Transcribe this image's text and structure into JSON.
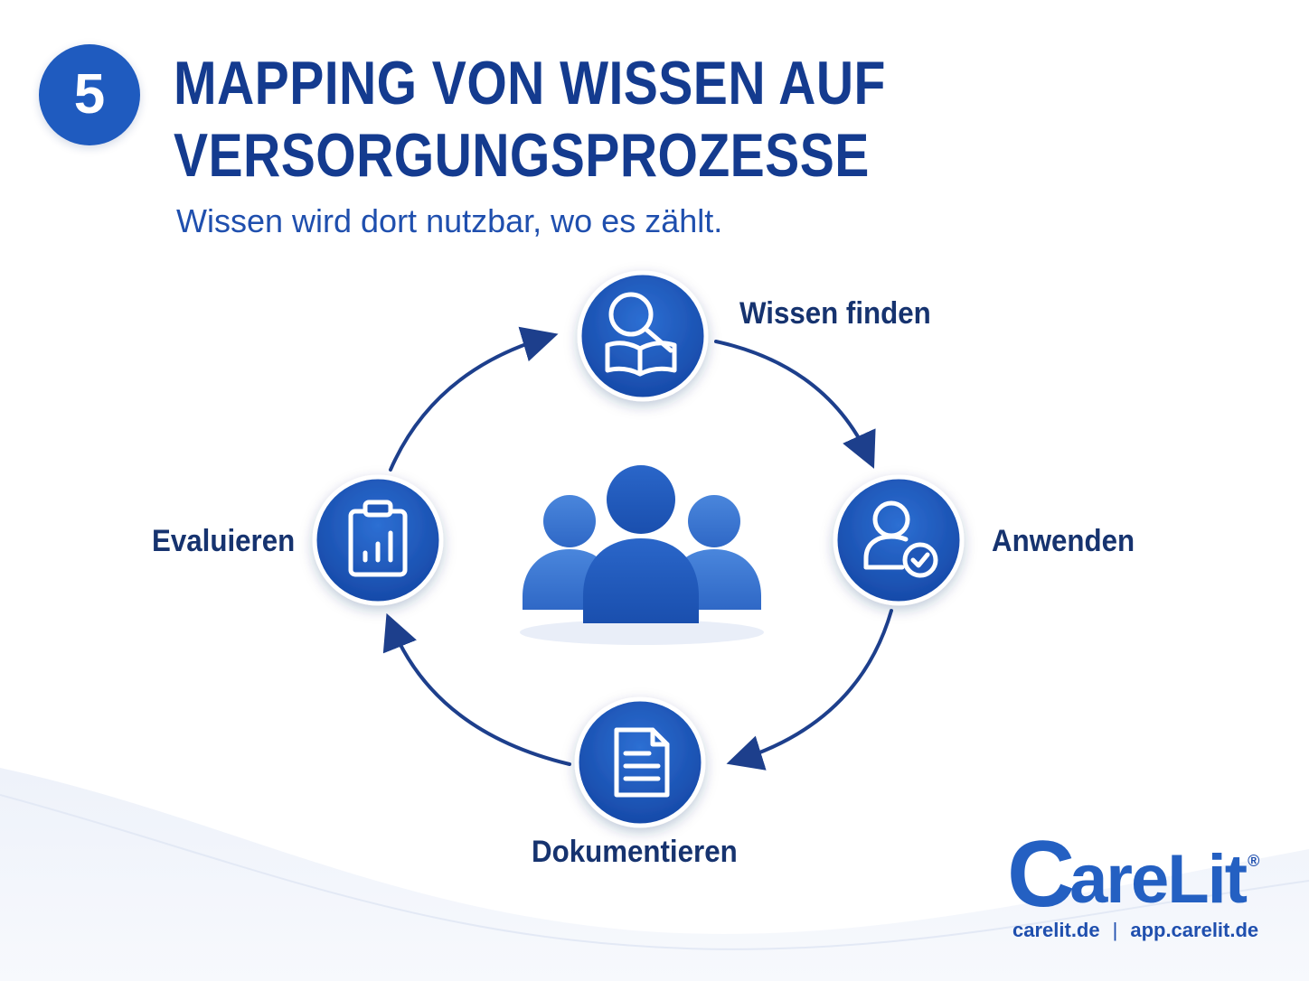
{
  "header": {
    "step_number": "5",
    "title_line1": "MAPPING VON WISSEN AUF",
    "title_line2": "VERSORGUNGSPROZESSE",
    "subtitle": "Wissen wird dort nutzbar, wo es zählt."
  },
  "cycle": {
    "center_icon": "group-people-icon",
    "nodes": [
      {
        "label": "Wissen finden",
        "icon": "search-book-icon"
      },
      {
        "label": "Anwenden",
        "icon": "user-check-icon"
      },
      {
        "label": "Dokumentieren",
        "icon": "document-icon"
      },
      {
        "label": "Evaluieren",
        "icon": "clipboard-chart-icon"
      }
    ]
  },
  "brand": {
    "logo_c": "C",
    "logo_rest": "areLit",
    "logo_registered": "®",
    "link1": "carelit.de",
    "separator": "|",
    "link2": "app.carelit.de"
  },
  "colors": {
    "primary": "#1f5bbf",
    "title": "#143b8f",
    "label": "#16336f",
    "arrow": "#1d3f8c"
  }
}
